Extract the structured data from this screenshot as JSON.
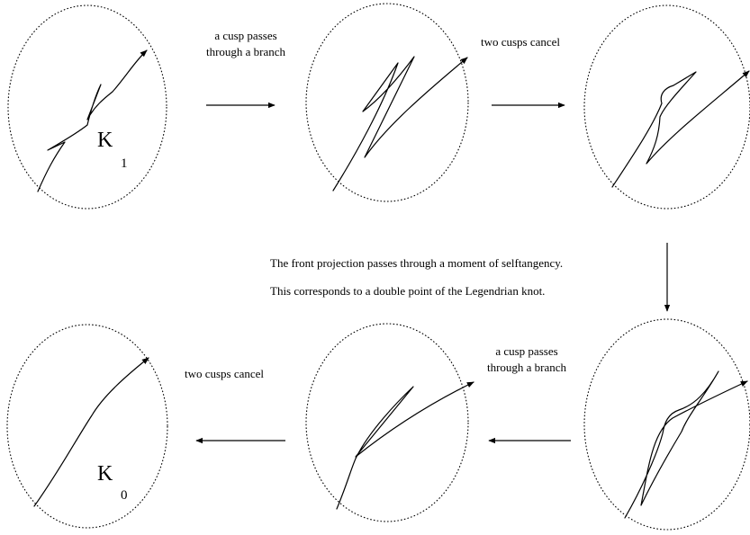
{
  "figure": {
    "labels": {
      "step1_line1": "a cusp passes",
      "step1_line2": "through a branch",
      "step2": "two cusps cancel",
      "middle_line1": "The front projection passes through a moment of selftangency.",
      "middle_line2": "This corresponds to a double point of the Legendrian knot.",
      "step4_line1": "a cusp passes",
      "step4_line2": "through a branch",
      "step5": "two cusps cancel"
    },
    "knots": {
      "k1_letter": "K",
      "k1_sub": "1",
      "k0_letter": "K",
      "k0_sub": "0"
    }
  }
}
